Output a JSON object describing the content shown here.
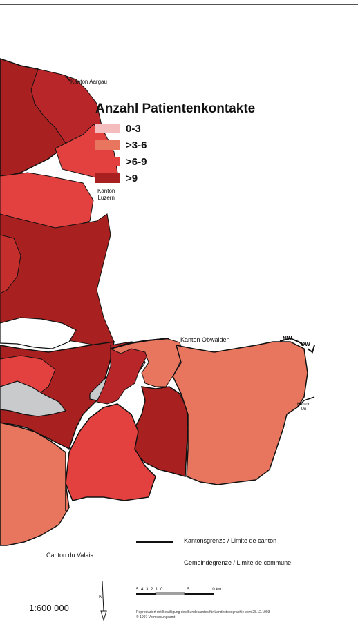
{
  "legend": {
    "title": "Anzahl Patientenkontakte",
    "classes": [
      {
        "label": "0-3",
        "color": "#f4bcbc"
      },
      {
        "label": ">3-6",
        "color": "#e8755e"
      },
      {
        "label": ">6-9",
        "color": "#e2413f"
      },
      {
        "label": ">9",
        "color": "#a8201f"
      }
    ]
  },
  "region_labels": {
    "aargau": "Kanton Aargau",
    "luzern_line1": "Kanton",
    "luzern_line2": "Luzern",
    "obwalden": "Kanton Obwalden",
    "nw": "NW",
    "ow": "OW",
    "uri_line1": "Kanton",
    "uri_line2": "Uri",
    "valais": "Canton du Valais"
  },
  "boundary_legend": {
    "canton": "Kantonsgrenze / Limite de canton",
    "commune": "Gemeindegrenze / Limite de commune"
  },
  "scale": {
    "ratio": "1:600 000",
    "bar_labels": "5 4 3 2 1 0",
    "mid_label": "5",
    "end_label": "10 km",
    "north": "N"
  },
  "credits": {
    "line1": "Reproduziert mit Bewilligung des Bundesamtes für Landestopographie vom 25.12.1993",
    "line2": "© 1997 Vermessungsamt"
  }
}
